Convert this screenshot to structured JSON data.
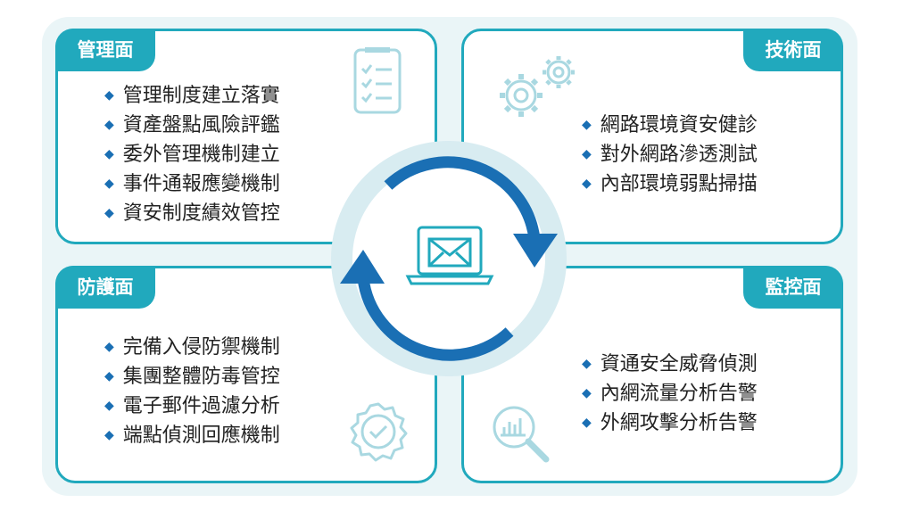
{
  "quadrants": {
    "management": {
      "title": "管理面",
      "items": [
        "管理制度建立落實",
        "資產盤點風險評鑑",
        "委外管理機制建立",
        "事件通報應變機制",
        "資安制度績效管控"
      ]
    },
    "technical": {
      "title": "技術面",
      "items": [
        "網路環境資安健診",
        "對外網路滲透測試",
        "內部環境弱點掃描"
      ]
    },
    "protection": {
      "title": "防護面",
      "items": [
        "完備入侵防禦機制",
        "集團整體防毒管控",
        "電子郵件過濾分析",
        "端點偵測回應機制"
      ]
    },
    "monitoring": {
      "title": "監控面",
      "items": [
        "資通安全威脅偵測",
        "內網流量分析告警",
        "外網攻擊分析告警"
      ]
    }
  },
  "icons": {
    "management": "checklist-icon",
    "technical": "gears-icon",
    "protection": "check-badge-icon",
    "monitoring": "magnifier-chart-icon",
    "center": "laptop-mail-icon",
    "cycle": "cycle-arrows-icon"
  },
  "colors": {
    "accent": "#21a9bd",
    "cycle_arrow": "#1a6fb4",
    "panel_bg": "#eaf5f7",
    "icon_light": "#a9d8e1"
  }
}
